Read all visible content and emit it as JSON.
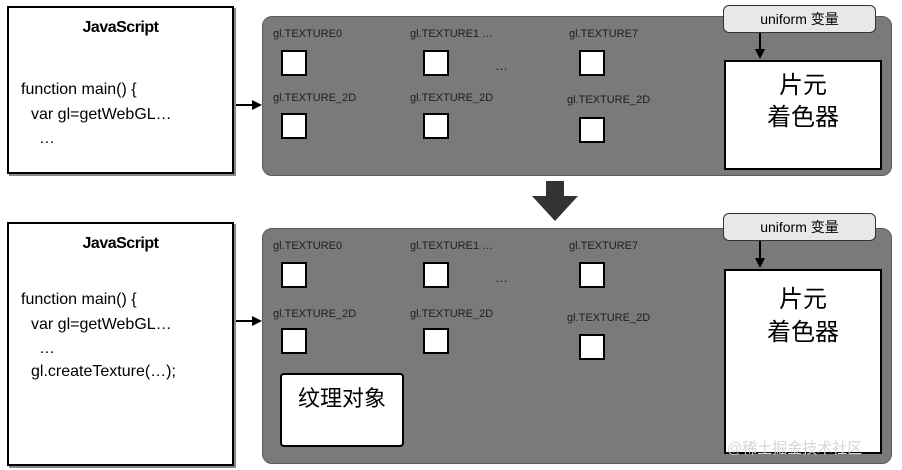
{
  "top": {
    "js_title": "JavaScript",
    "code": [
      "function main() {",
      "  var gl=getWebGL…",
      "  …"
    ],
    "units": [
      "gl.TEXTURE0",
      "gl.TEXTURE1 …",
      "gl.TEXTURE7"
    ],
    "targets": [
      "gl.TEXTURE_2D",
      "gl.TEXTURE_2D",
      "gl.TEXTURE_2D"
    ],
    "dots": "…",
    "uniform_label": "uniform 变量",
    "shader_line1": "片元",
    "shader_line2": "着色器"
  },
  "bottom": {
    "js_title": "JavaScript",
    "code": [
      "function main() {",
      "  var gl=getWebGL…",
      "  …",
      "  gl.createTexture(…);"
    ],
    "units": [
      "gl.TEXTURE0",
      "gl.TEXTURE1 …",
      "gl.TEXTURE7"
    ],
    "targets": [
      "gl.TEXTURE_2D",
      "gl.TEXTURE_2D",
      "gl.TEXTURE_2D"
    ],
    "dots": "…",
    "uniform_label": "uniform 变量",
    "shader_line1": "片元",
    "shader_line2": "着色器",
    "texture_object": "纹理对象"
  },
  "watermark": "@稀土掘金技术社区",
  "colors": {
    "panel": "#7a7a7a",
    "box_fill": "#ffffff",
    "stroke": "#000000",
    "uniform_tab": "#e8e8e8"
  }
}
